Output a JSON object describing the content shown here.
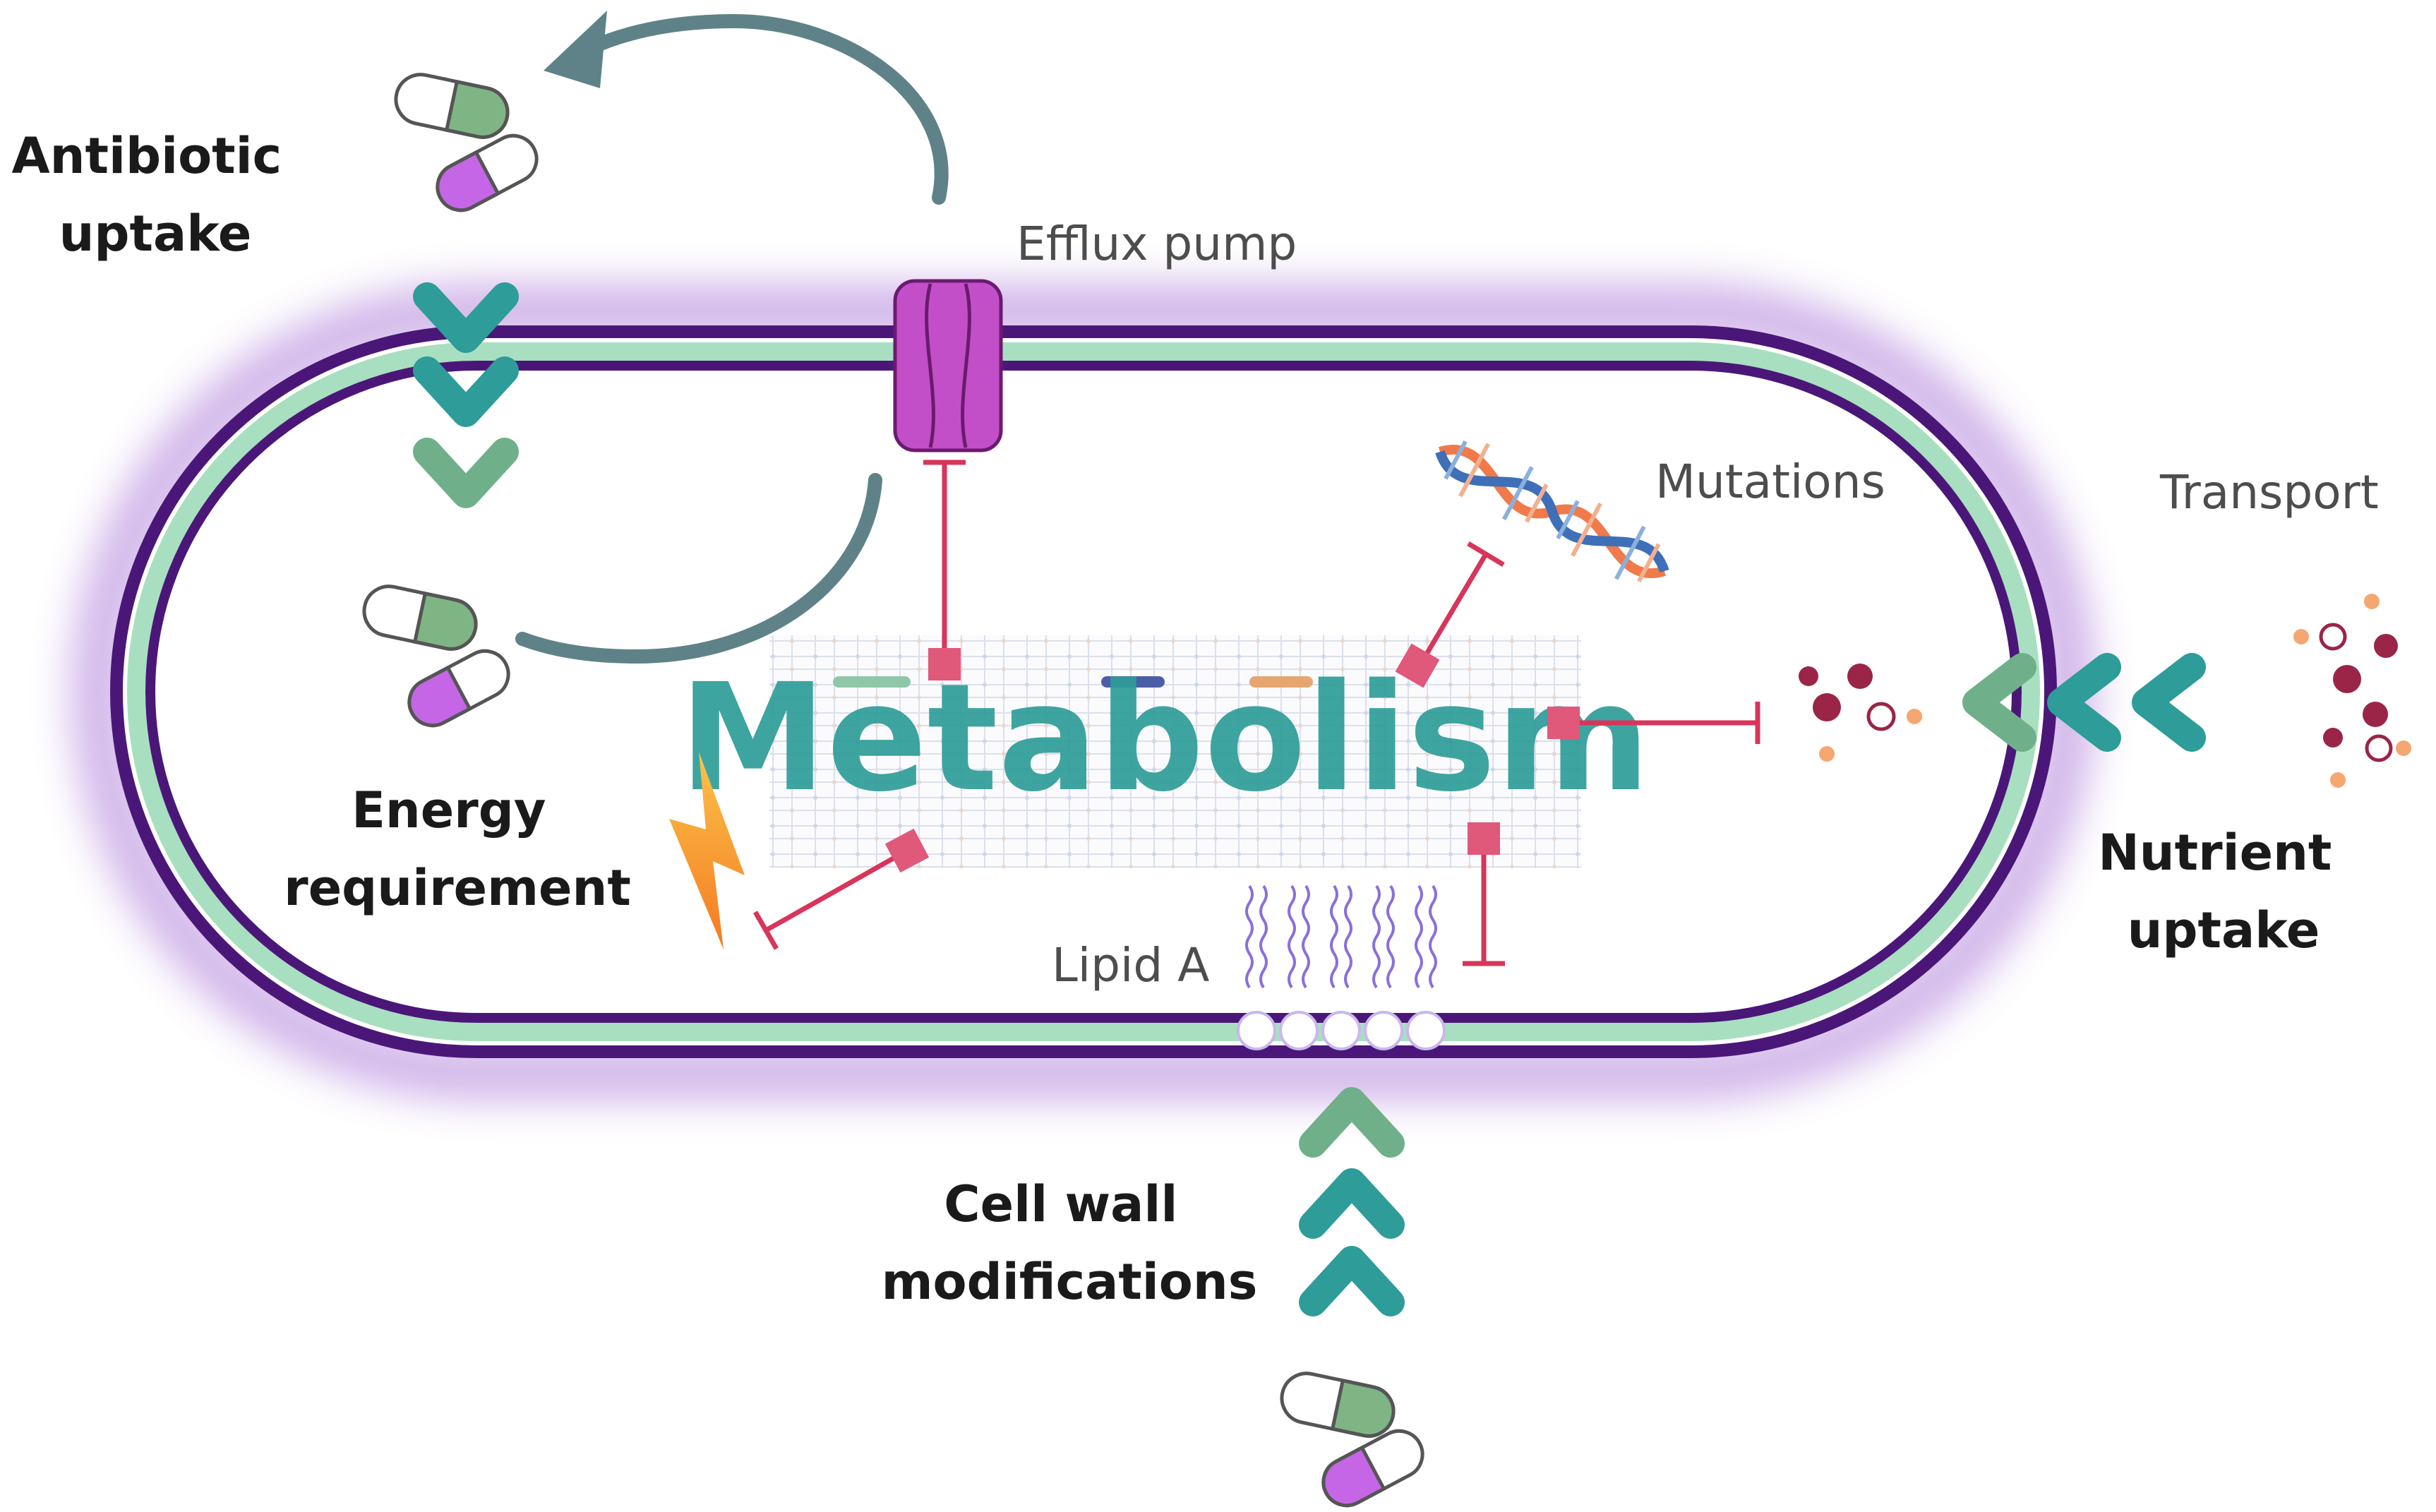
{
  "labels": {
    "antibiotic_uptake": [
      "Antibiotic",
      "uptake"
    ],
    "efflux_pump": "Efflux pump",
    "mutations": "Mutations",
    "transport": "Transport",
    "metabolism": "Metabolism",
    "energy_requirement": [
      "Energy",
      "requirement"
    ],
    "nutrient_uptake": [
      "Nutrient",
      "uptake"
    ],
    "lipid_a": "Lipid A",
    "cell_wall_modifications": [
      "Cell wall",
      "modifications"
    ]
  },
  "colors": {
    "membrane_outer": "#4a1778",
    "membrane_inner": "#a8dfc0",
    "glow": "#9b5fd0",
    "teal": "#2e9c98",
    "teal_light": "#6fb08a",
    "inhibit": "#d9345a",
    "inhibit_node": "#e0587a",
    "pump": "#c24fc8",
    "capsule_green": "#7fb585",
    "capsule_purple": "#c466e6",
    "efflux_arrow": "#5e8288",
    "nutrient_dark": "#9a2547",
    "nutrient_light": "#f4a770",
    "bolt": "#f7a12d"
  },
  "icons": [
    "pill-capsule-icon",
    "efflux-pump-icon",
    "dna-helix-icon",
    "lightning-bolt-icon",
    "chevron-icon",
    "inhibition-arrow-icon",
    "nutrient-dots-icon"
  ]
}
